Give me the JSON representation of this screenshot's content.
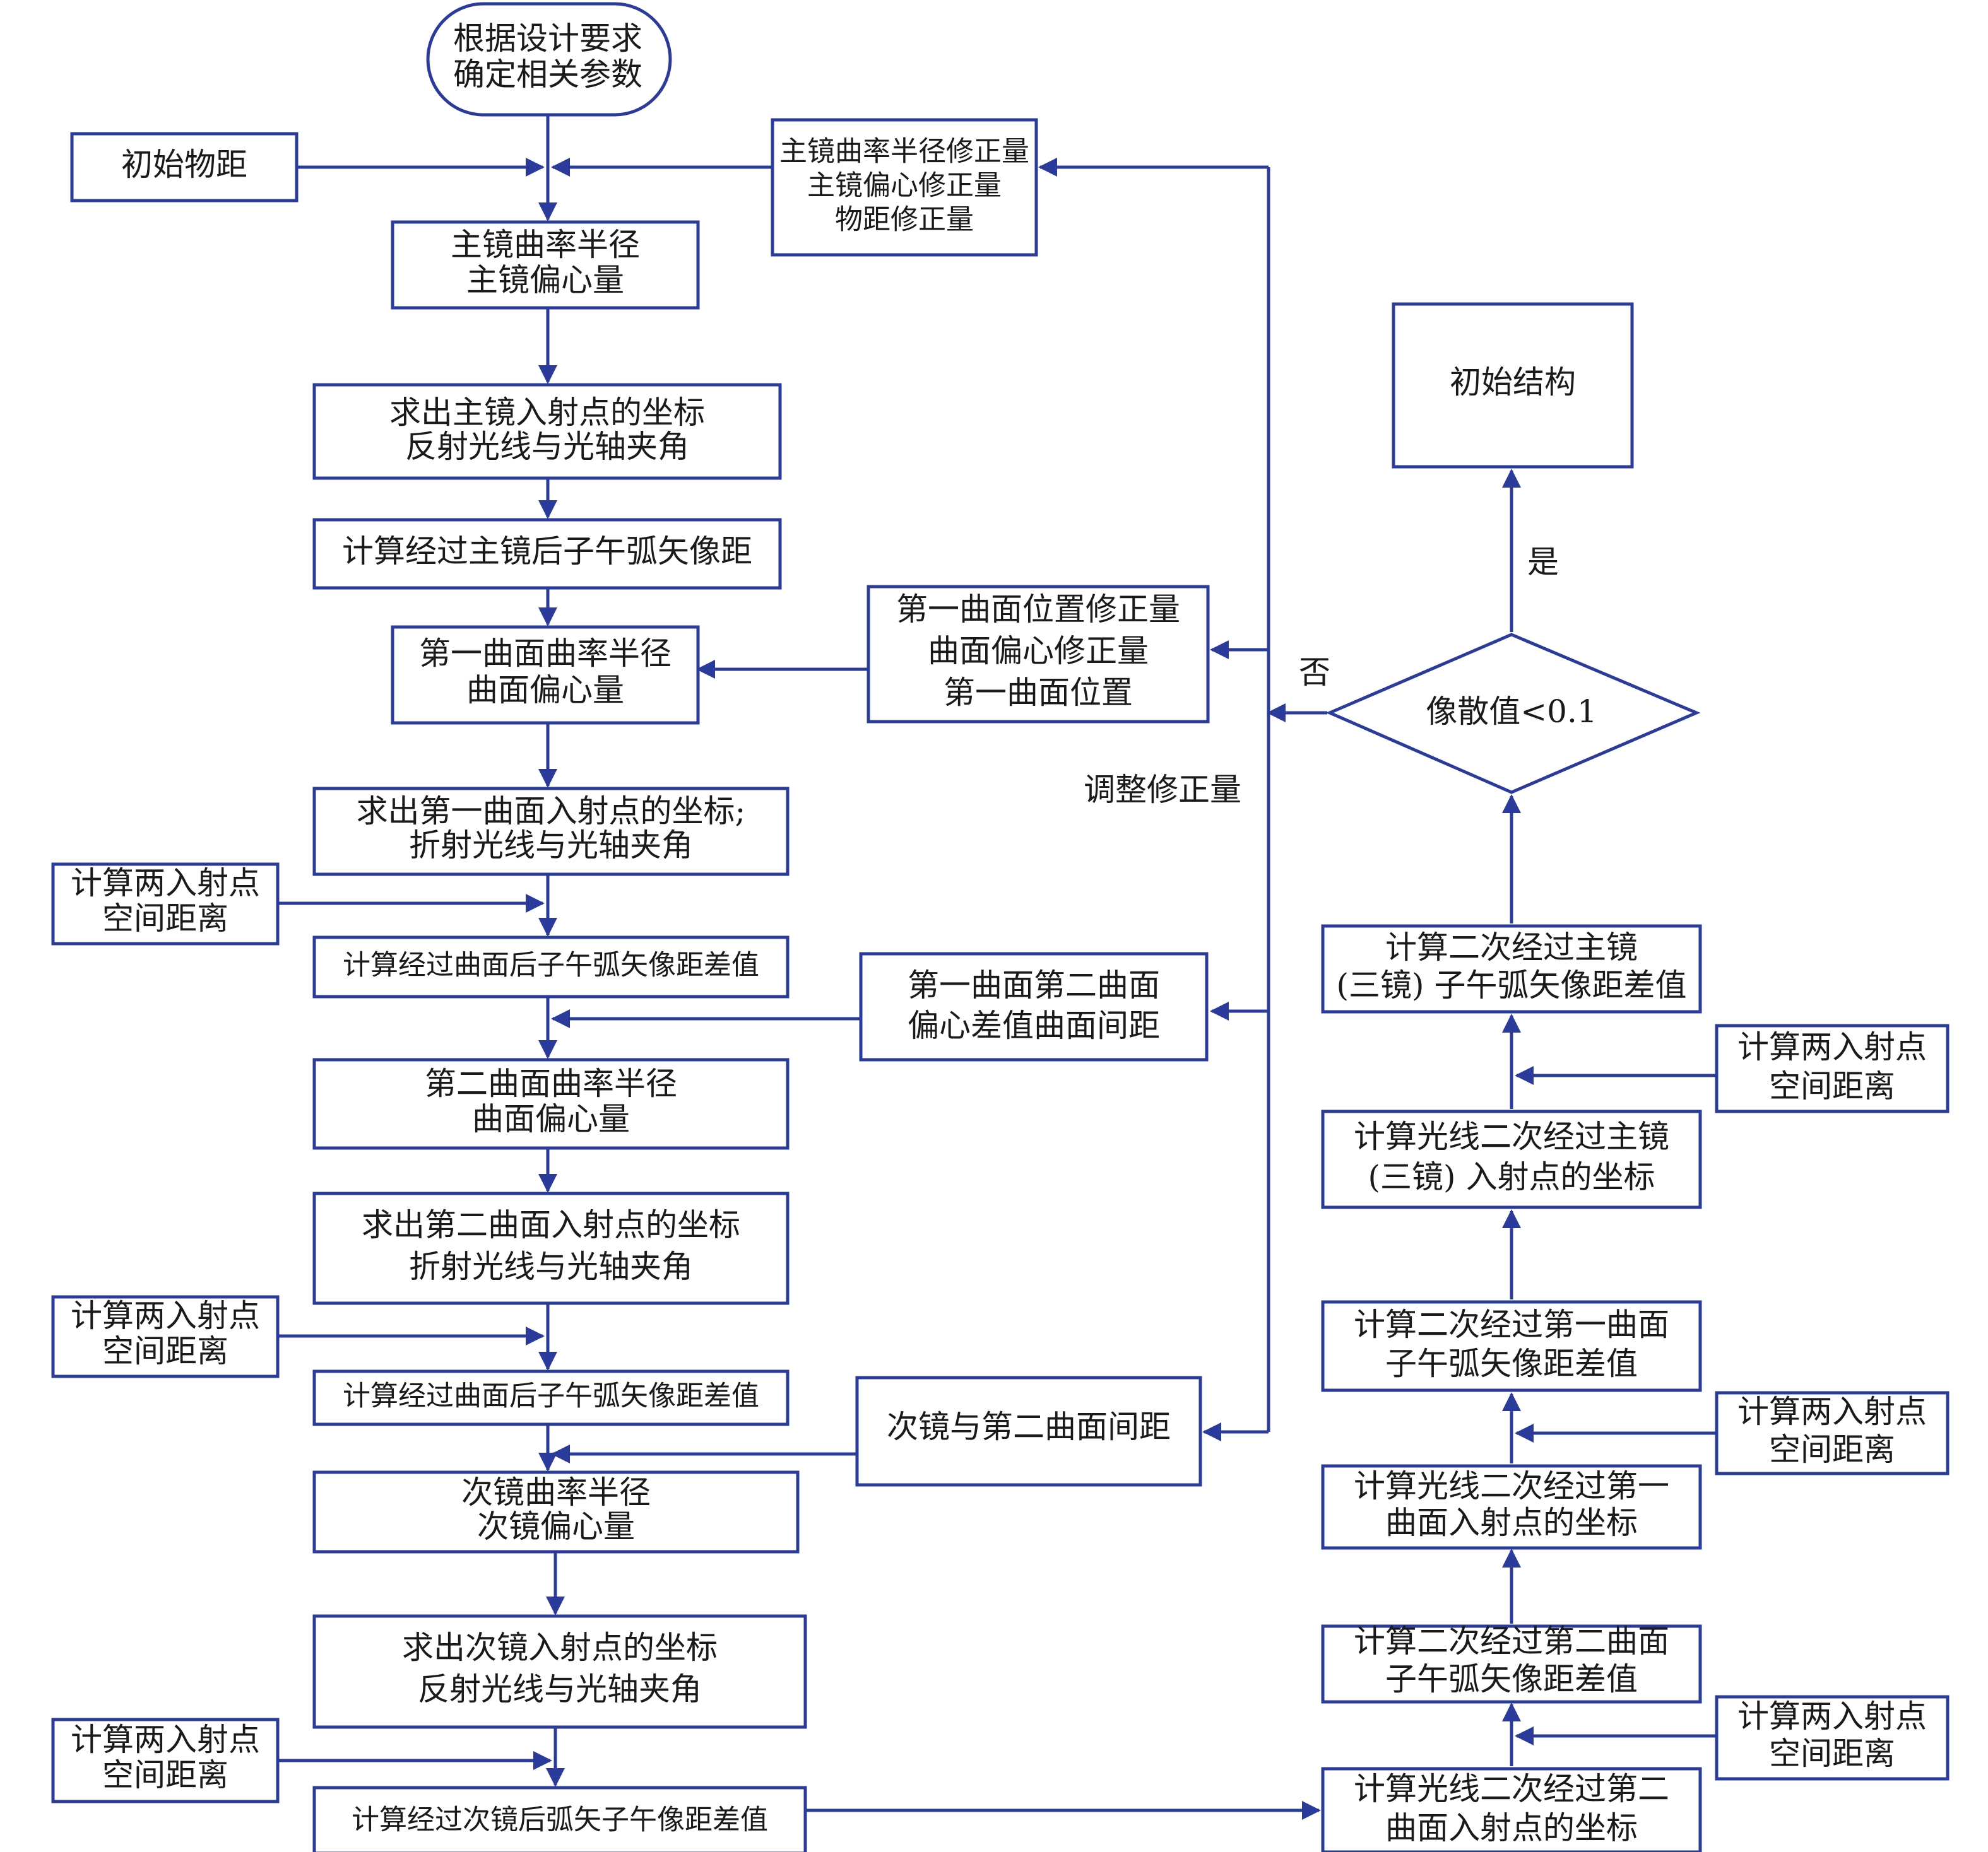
{
  "nodes": {
    "start": [
      "根据设计要求",
      "确定相关参数"
    ],
    "init_obj_dist": [
      "初始物距"
    ],
    "primary_corr": [
      "主镜曲率半径修正量",
      "主镜偏心修正量",
      "物距修正量"
    ],
    "primary_radius": [
      "主镜曲率半径",
      "主镜偏心量"
    ],
    "primary_incidence": [
      "求出主镜入射点的坐标",
      "反射光线与光轴夹角"
    ],
    "primary_image_dist": [
      "计算经过主镜后子午弧矢像距"
    ],
    "surf1_corr": [
      "第一曲面位置修正量",
      "曲面偏心修正量",
      "第一曲面位置"
    ],
    "surf1_radius": [
      "第一曲面曲率半径",
      "曲面偏心量"
    ],
    "surf1_incidence": [
      "求出第一曲面入射点的坐标;",
      "折射光线与光轴夹角"
    ],
    "dist_a": [
      "计算两入射点",
      "空间距离"
    ],
    "surf1_diff": [
      "计算经过曲面后子午弧矢像距差值"
    ],
    "surf12_corr": [
      "第一曲面第二曲面",
      "偏心差值曲面间距"
    ],
    "surf2_radius": [
      "第二曲面曲率半径",
      "曲面偏心量"
    ],
    "surf2_incidence": [
      "求出第二曲面入射点的坐标",
      "折射光线与光轴夹角"
    ],
    "dist_b": [
      "计算两入射点",
      "空间距离"
    ],
    "surf2_diff": [
      "计算经过曲面后子午弧矢像距差值"
    ],
    "secondary_corr": [
      "次镜与第二曲面间距"
    ],
    "secondary_radius": [
      "次镜曲率半径",
      "次镜偏心量"
    ],
    "secondary_incidence": [
      "求出次镜入射点的坐标",
      "反射光线与光轴夹角"
    ],
    "dist_c": [
      "计算两入射点",
      "空间距离"
    ],
    "secondary_diff": [
      "计算经过次镜后弧矢子午像距差值"
    ],
    "r_surf2_incidence": [
      "计算光线二次经过第二",
      "曲面入射点的坐标"
    ],
    "r_dist_1": [
      "计算两入射点",
      "空间距离"
    ],
    "r_surf2_diff": [
      "计算二次经过第二曲面",
      "子午弧矢像距差值"
    ],
    "r_surf1_incidence": [
      "计算光线二次经过第一",
      "曲面入射点的坐标"
    ],
    "r_dist_2": [
      "计算两入射点",
      "空间距离"
    ],
    "r_surf1_diff": [
      "计算二次经过第一曲面",
      "子午弧矢像距差值"
    ],
    "r_primary_incidence": [
      "计算光线二次经过主镜",
      "(三镜) 入射点的坐标"
    ],
    "r_dist_3": [
      "计算两入射点",
      "空间距离"
    ],
    "r_primary_diff": [
      "计算二次经过主镜",
      "(三镜) 子午弧矢像距差值"
    ],
    "decision": [
      "像散值<0.1"
    ],
    "final_structure": [
      "初始结构"
    ]
  },
  "edge_labels": {
    "yes": "是",
    "no": "否",
    "adjust": "调整修正量"
  },
  "colors": {
    "line": "#2b3b9b",
    "text": "#1a1a1a",
    "background": "#ffffff"
  }
}
